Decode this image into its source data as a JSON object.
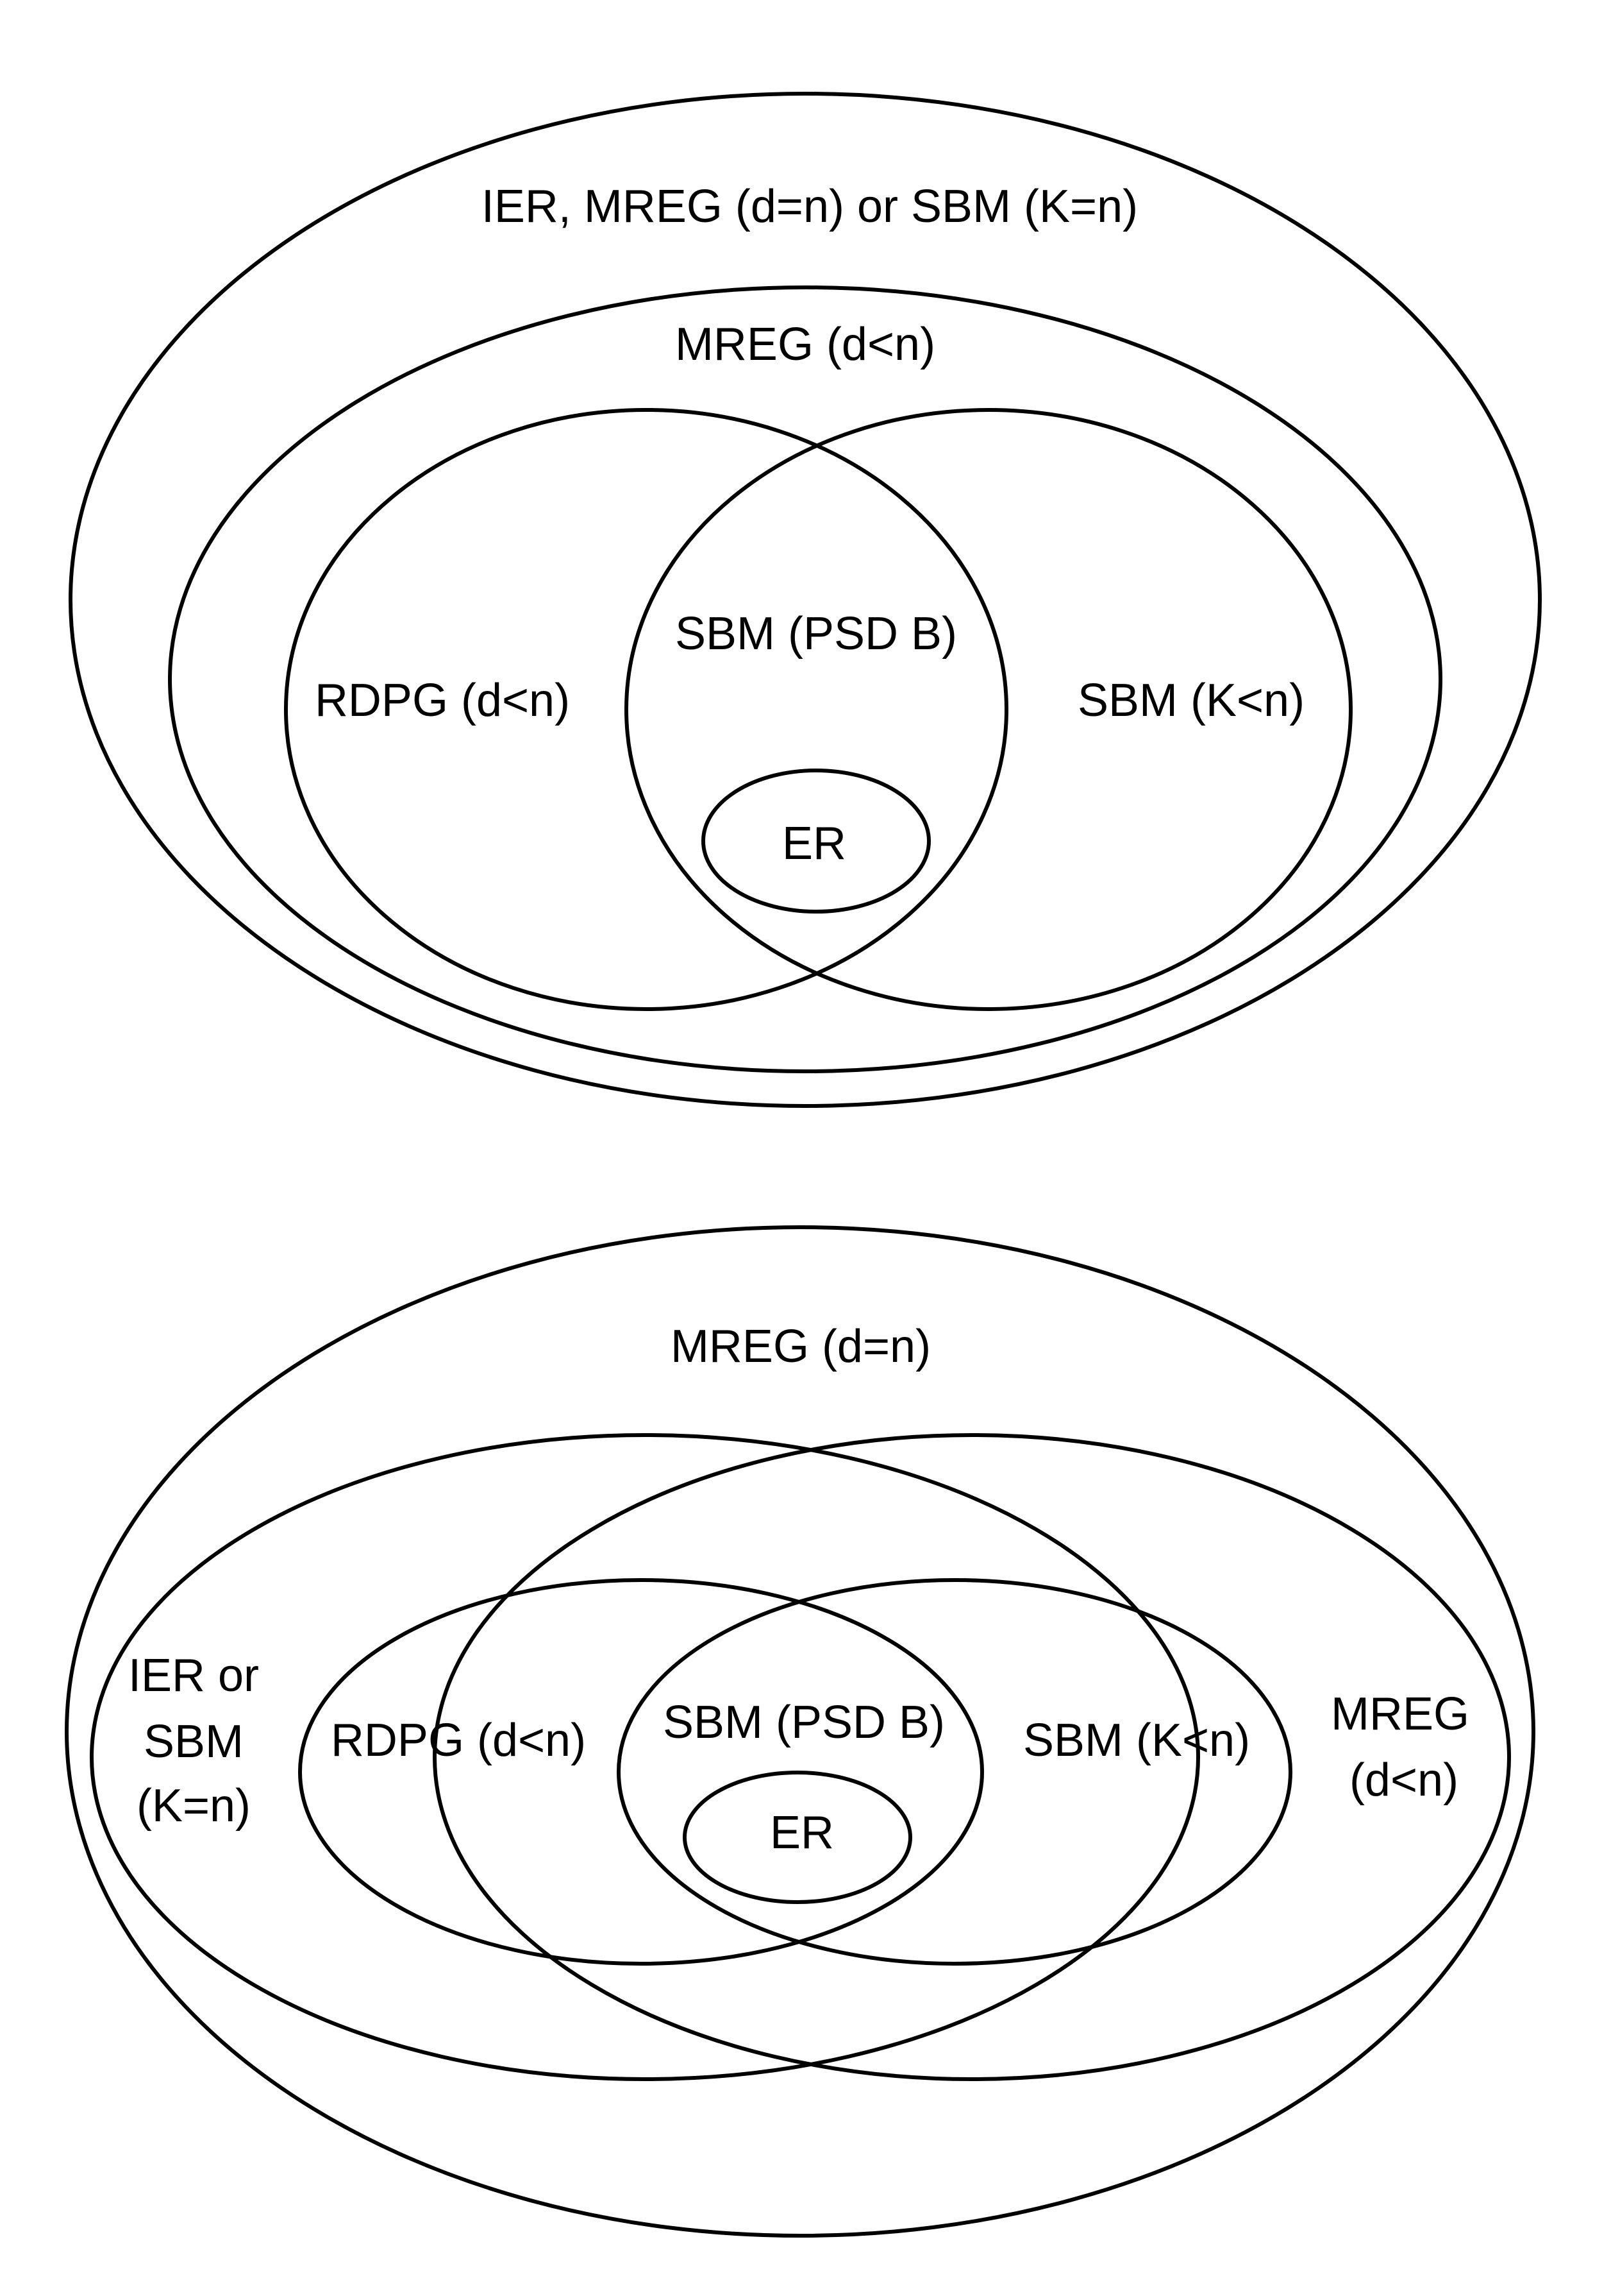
{
  "top_diagram": {
    "outer_label": "IER, MREG (d=n) or SBM (K=n)",
    "mreg_label": "MREG (d<n)",
    "rdpg_label": "RDPG (d<n)",
    "sbm_psd_label": "SBM (PSD B)",
    "sbm_k_label": "SBM (K<n)",
    "er_label": "ER"
  },
  "bottom_diagram": {
    "outer_label": "MREG (d=n)",
    "ier_label_line1": "IER or",
    "ier_label_line2": "SBM",
    "ier_label_line3": "(K=n)",
    "mreg_label_line1": "MREG",
    "mreg_label_line2": "(d<n)",
    "rdpg_label": "RDPG (d<n)",
    "sbm_psd_label": "SBM (PSD B)",
    "sbm_k_label": "SBM (K<n)",
    "er_label": "ER"
  }
}
